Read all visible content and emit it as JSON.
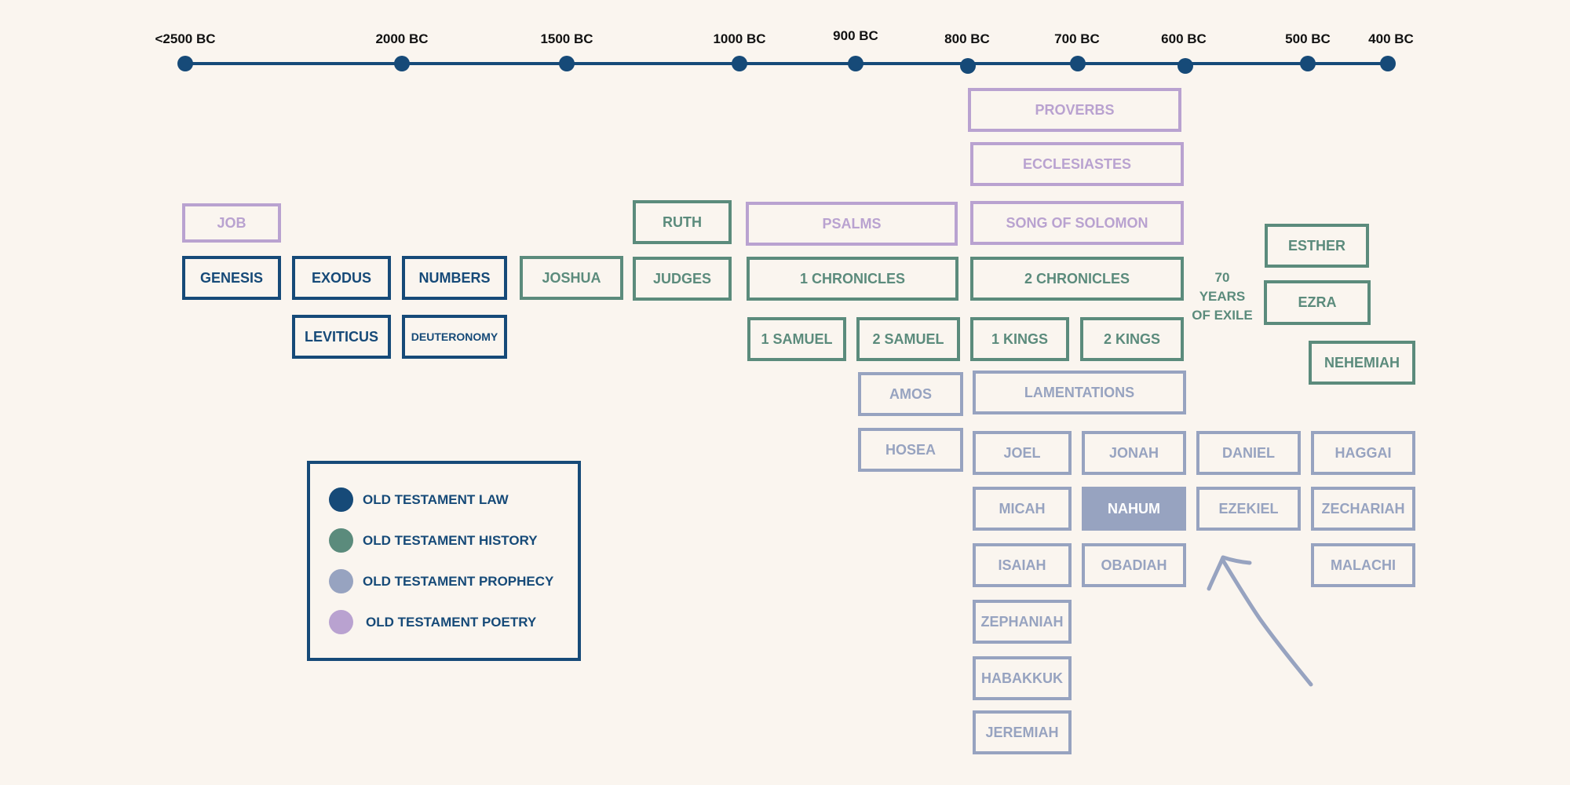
{
  "colors": {
    "background": "#faf5ef",
    "law": "#164a78",
    "history": "#5b8b7c",
    "prophecy": "#97a3c0",
    "poetry": "#b9a2d0"
  },
  "timeline": {
    "markers": [
      "<2500 BC",
      "2000 BC",
      "1500 BC",
      "1000 BC",
      "900 BC",
      "800 BC",
      "700 BC",
      "600 BC",
      "500 BC",
      "400 BC"
    ]
  },
  "books": {
    "job": {
      "label": "JOB",
      "category": "poetry"
    },
    "genesis": {
      "label": "GENESIS",
      "category": "law"
    },
    "exodus": {
      "label": "EXODUS",
      "category": "law"
    },
    "leviticus": {
      "label": "LEVITICUS",
      "category": "law"
    },
    "numbers": {
      "label": "NUMBERS",
      "category": "law"
    },
    "deuteronomy": {
      "label": "DEUTERONOMY",
      "category": "law"
    },
    "joshua": {
      "label": "JOSHUA",
      "category": "history"
    },
    "ruth": {
      "label": "RUTH",
      "category": "history"
    },
    "judges": {
      "label": "JUDGES",
      "category": "history"
    },
    "psalms": {
      "label": "PSALMS",
      "category": "poetry"
    },
    "chronicles1": {
      "label": "1 CHRONICLES",
      "category": "history"
    },
    "samuel1": {
      "label": "1 SAMUEL",
      "category": "history"
    },
    "samuel2": {
      "label": "2 SAMUEL",
      "category": "history"
    },
    "proverbs": {
      "label": "PROVERBS",
      "category": "poetry"
    },
    "ecclesiastes": {
      "label": "ECCLESIASTES",
      "category": "poetry"
    },
    "song_of_solomon": {
      "label": "SONG OF SOLOMON",
      "category": "poetry"
    },
    "chronicles2": {
      "label": "2 CHRONICLES",
      "category": "history"
    },
    "kings1": {
      "label": "1 KINGS",
      "category": "history"
    },
    "kings2": {
      "label": "2 KINGS",
      "category": "history"
    },
    "amos": {
      "label": "AMOS",
      "category": "prophecy"
    },
    "hosea": {
      "label": "HOSEA",
      "category": "prophecy"
    },
    "lamentations": {
      "label": "LAMENTATIONS",
      "category": "prophecy"
    },
    "joel": {
      "label": "JOEL",
      "category": "prophecy"
    },
    "jonah": {
      "label": "JONAH",
      "category": "prophecy"
    },
    "micah": {
      "label": "MICAH",
      "category": "prophecy"
    },
    "nahum": {
      "label": "NAHUM",
      "category": "prophecy",
      "highlighted": true
    },
    "isaiah": {
      "label": "ISAIAH",
      "category": "prophecy"
    },
    "obadiah": {
      "label": "OBADIAH",
      "category": "prophecy"
    },
    "zephaniah": {
      "label": "ZEPHANIAH",
      "category": "prophecy"
    },
    "habakkuk": {
      "label": "HABAKKUK",
      "category": "prophecy"
    },
    "jeremiah": {
      "label": "JEREMIAH",
      "category": "prophecy"
    },
    "daniel": {
      "label": "DANIEL",
      "category": "prophecy"
    },
    "ezekiel": {
      "label": "EZEKIEL",
      "category": "prophecy"
    },
    "esther": {
      "label": "ESTHER",
      "category": "history"
    },
    "ezra": {
      "label": "EZRA",
      "category": "history"
    },
    "nehemiah": {
      "label": "NEHEMIAH",
      "category": "history"
    },
    "haggai": {
      "label": "HAGGAI",
      "category": "prophecy"
    },
    "zechariah": {
      "label": "ZECHARIAH",
      "category": "prophecy"
    },
    "malachi": {
      "label": "MALACHI",
      "category": "prophecy"
    }
  },
  "exile": {
    "line1": "70",
    "line2": "YEARS",
    "line3": "OF EXILE"
  },
  "legend": {
    "items": [
      {
        "label": "OLD TESTAMENT LAW",
        "color": "#164a78"
      },
      {
        "label": "OLD TESTAMENT HISTORY",
        "color": "#5b8b7c"
      },
      {
        "label": "OLD TESTAMENT PROPHECY",
        "color": "#97a3c0"
      },
      {
        "label": "OLD TESTAMENT POETRY",
        "color": "#b9a2d0"
      }
    ]
  }
}
